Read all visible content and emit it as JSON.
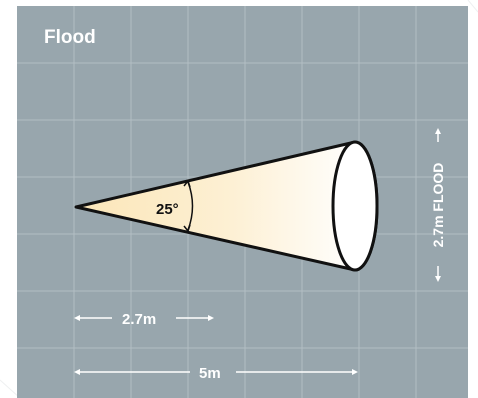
{
  "title": "Flood",
  "beam_angle": "25°",
  "distances": {
    "near": "2.7m",
    "far": "5m"
  },
  "beam_diameter": "2.7m FLOOD",
  "colors": {
    "panel": "#98a6ad",
    "grid": "#b4c0c5",
    "beam_light": "#fbe8bf",
    "beam_fade": "#ffffff",
    "outline": "#111111",
    "text": "#ffffff"
  }
}
